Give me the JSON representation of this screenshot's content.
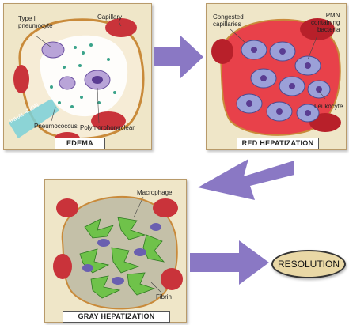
{
  "panels": {
    "edema": {
      "caption": "EDEMA",
      "labels": {
        "type1": "Type I\npneumocyte",
        "capillary": "Capillary",
        "inhalation": "INHALATION",
        "pneumococcus": "Pneumococcus",
        "polymorph": "Polymorphonuclear"
      }
    },
    "red": {
      "caption": "RED HEPATIZATION",
      "labels": {
        "congested": "Congested\ncapillaries",
        "pmn": "PMN\ncontaining\nbacteria",
        "leukocyte": "Leukocyte"
      }
    },
    "gray": {
      "caption": "GRAY HEPATIZATION",
      "labels": {
        "macrophage": "Macrophage",
        "fibrin": "Fibrin"
      }
    }
  },
  "resolution": "RESOLUTION"
}
